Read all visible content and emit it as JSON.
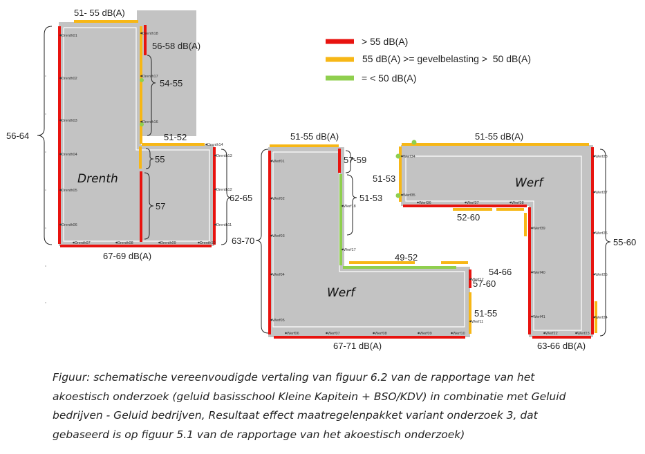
{
  "legend": [
    {
      "label": "> 55 dB(A)",
      "color": "#e8130f"
    },
    {
      "label": "55 dB(A) >= gevelbelasting >  50 dB(A)",
      "color": "#f7b716"
    },
    {
      "label": "= < 50 dB(A)",
      "color": "#8fcf4e"
    }
  ],
  "colors": {
    "building": "#c3c3c3",
    "building_edge": "#ffffff",
    "text": "#222222"
  },
  "buildings": {
    "drenth": {
      "name": "Drenth"
    },
    "werf_left": {
      "name": "Werf"
    },
    "werf_right": {
      "name": "Werf"
    }
  },
  "points": [
    "Drenth01",
    "Drenth02",
    "Drenth03",
    "Drenth04",
    "Drenth05",
    "Drenth06",
    "Drenth07",
    "Drenth08",
    "Drenth09",
    "Drenth10",
    "Drenth11",
    "Drenth12",
    "Drenth13",
    "Drenth14",
    "Drenth16",
    "Drenth17",
    "Drenth18",
    "Werf01",
    "Werf02",
    "Werf03",
    "Werf04",
    "Werf05",
    "Werf06",
    "Werf07",
    "Werf08",
    "Werf09",
    "Werf10",
    "Werf11",
    "Werf12",
    "Werf17",
    "Werf18",
    "Werf22",
    "Werf23",
    "Werf24",
    "Werf25",
    "Werf26",
    "Werf27",
    "Werf28",
    "Werf34",
    "Werf35",
    "Werf36",
    "Werf37",
    "Werf38",
    "Werf39",
    "Werf40",
    "Werf41"
  ],
  "annotations": {
    "drenth_top": "51- 55 dB(A)",
    "drenth_5658": "56-58 dB(A)",
    "drenth_5455": "54-55",
    "drenth_5152": "51-52",
    "drenth_55": "55",
    "drenth_57": "57",
    "drenth_5664": "56-64",
    "drenth_6265": "62-65",
    "drenth_bottom": "67-69 dB(A)",
    "werfL_top": "51-55 dB(A)",
    "werfL_5759": "57-59",
    "werfL_5153": "51-53",
    "werfL_6370": "63-70",
    "werfL_4952": "49-52",
    "werfL_5760": "57-60",
    "werfL_5155": "51-55",
    "werfL_bottom": "67-71 dB(A)",
    "werfR_top": "51-55 dB(A)",
    "werfR_5153": "51-53",
    "werfR_5260": "52-60",
    "werfR_5466": "54-66",
    "werfR_5560": "55-60",
    "werfR_bottom": "63-66 dB(A)"
  },
  "caption": [
    "Figuur: schematische vereenvoudigde vertaling van figuur 6.2 van de rapportage van het",
    "akoestisch onderzoek (geluid basisschool Kleine Kapitein + BSO/KDV) in combinatie met Geluid",
    "bedrijven - Geluid bedrijven, Resultaat effect maatregelenpakket variant onderzoek 3, dat",
    "gebaseerd is op figuur 5.1 van de rapportage van het akoestisch onderzoek)"
  ]
}
